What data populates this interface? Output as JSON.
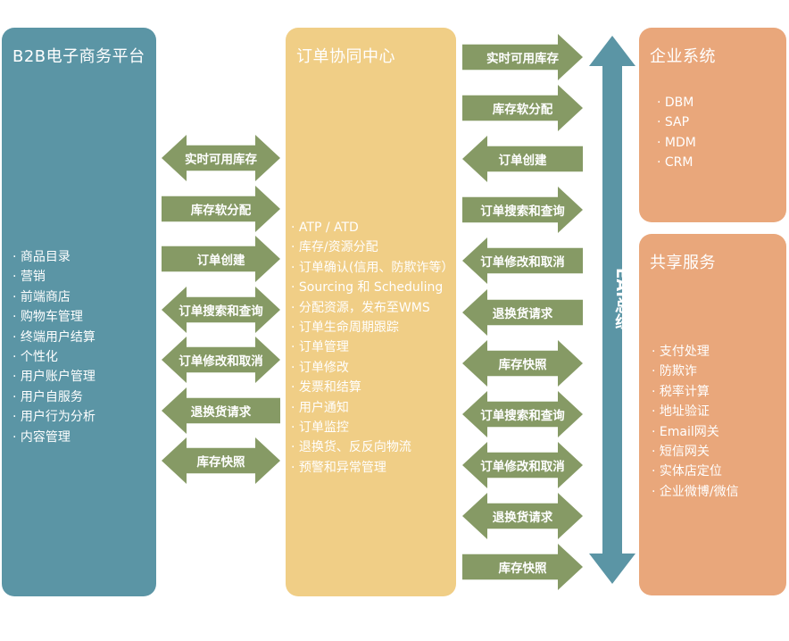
{
  "colors": {
    "left_panel": "#5b95a5",
    "center_panel": "#f0ce86",
    "right_panel": "#e9a77b",
    "arrow": "#869a65",
    "bus": "#5b95a5"
  },
  "left_panel": {
    "title": "B2B电子商务平台",
    "items": [
      "商品目录",
      "营销",
      "前端商店",
      "购物车管理",
      "终端用户结算",
      "个性化",
      "用户账户管理",
      "用户自服务",
      "用户行为分析",
      "内容管理"
    ]
  },
  "center_panel": {
    "title": "订单协同中心",
    "items": [
      "ATP / ATD",
      "库存/资源分配",
      "订单确认(信用、防欺诈等）",
      "Sourcing 和 Scheduling",
      "分配资源，发布至WMS",
      "订单生命周期跟踪",
      "订单管理",
      "订单修改",
      "发票和结算",
      "用户通知",
      "订单监控",
      "退换货、反反向物流",
      "预警和异常管理"
    ]
  },
  "enterprise_panel": {
    "title": "企业系统",
    "items": [
      "DBM",
      "SAP",
      "MDM",
      "CRM"
    ]
  },
  "shared_panel": {
    "title": "共享服务",
    "items": [
      "支付处理",
      "防欺诈",
      "税率计算",
      "地址验证",
      "Email网关",
      "短信网关",
      "实体店定位",
      "企业微博/微信"
    ]
  },
  "left_arrows": [
    {
      "label": "实时可用库存",
      "dir": "both"
    },
    {
      "label": "库存软分配",
      "dir": "right"
    },
    {
      "label": "订单创建",
      "dir": "right"
    },
    {
      "label": "订单搜索和查询",
      "dir": "both"
    },
    {
      "label": "订单修改和取消",
      "dir": "both"
    },
    {
      "label": "退换货请求",
      "dir": "left"
    },
    {
      "label": "库存快照",
      "dir": "both"
    }
  ],
  "right_arrows": [
    {
      "label": "实时可用库存",
      "dir": "right"
    },
    {
      "label": "库存软分配",
      "dir": "right"
    },
    {
      "label": "订单创建",
      "dir": "left"
    },
    {
      "label": "订单搜索和查询",
      "dir": "right"
    },
    {
      "label": "订单修改和取消",
      "dir": "left"
    },
    {
      "label": "退换货请求",
      "dir": "left"
    },
    {
      "label": "库存快照",
      "dir": "both"
    },
    {
      "label": "订单搜索和查询",
      "dir": "both"
    },
    {
      "label": "订单修改和取消",
      "dir": "both"
    },
    {
      "label": "退换货请求",
      "dir": "both"
    },
    {
      "label": "库存快照",
      "dir": "right"
    }
  ],
  "bus": {
    "label": "EAI总线"
  }
}
